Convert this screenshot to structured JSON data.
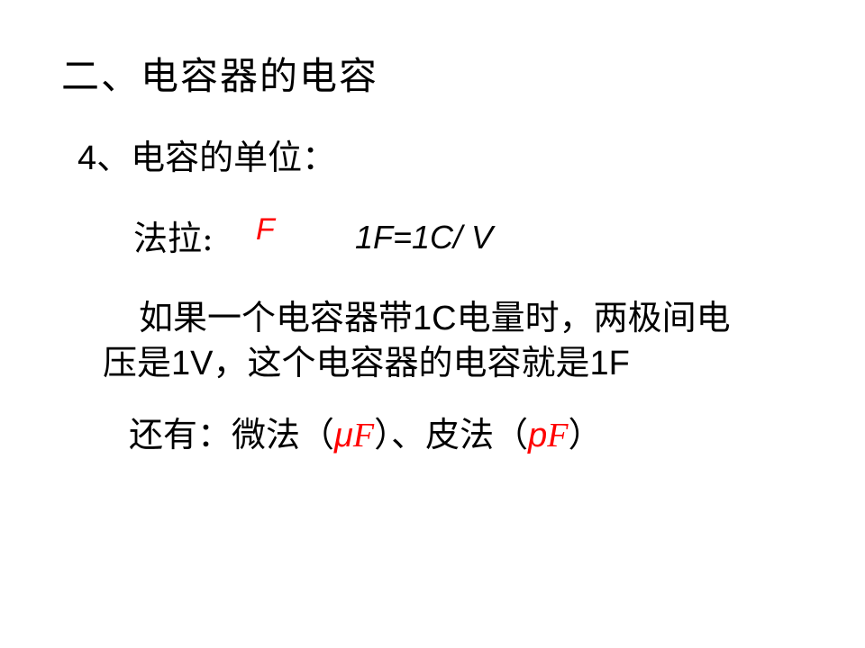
{
  "slide": {
    "title": "二、电容器的电容",
    "subheading": {
      "number": "4",
      "text": "、电容的单位："
    },
    "farad": {
      "label": "法拉:",
      "symbol": "F",
      "formula": "1F=1C/ V"
    },
    "definition": {
      "line1": {
        "part1": "如果一个电容器带",
        "charge": "1C",
        "part2": "电量时，两极间电"
      },
      "line2": {
        "part1": "压是",
        "voltage": "1V",
        "part2": "，这个电容器的电容就是",
        "capacitance": "1F"
      }
    },
    "other_units": {
      "prefix": "还有：微法（",
      "micro_prefix": "μ",
      "micro_f": "F",
      "middle": "）、皮法（",
      "pico_prefix": "p",
      "pico_f": "F",
      "suffix": "）"
    },
    "colors": {
      "text": "#000000",
      "accent": "#ff0000",
      "background": "#ffffff"
    }
  }
}
